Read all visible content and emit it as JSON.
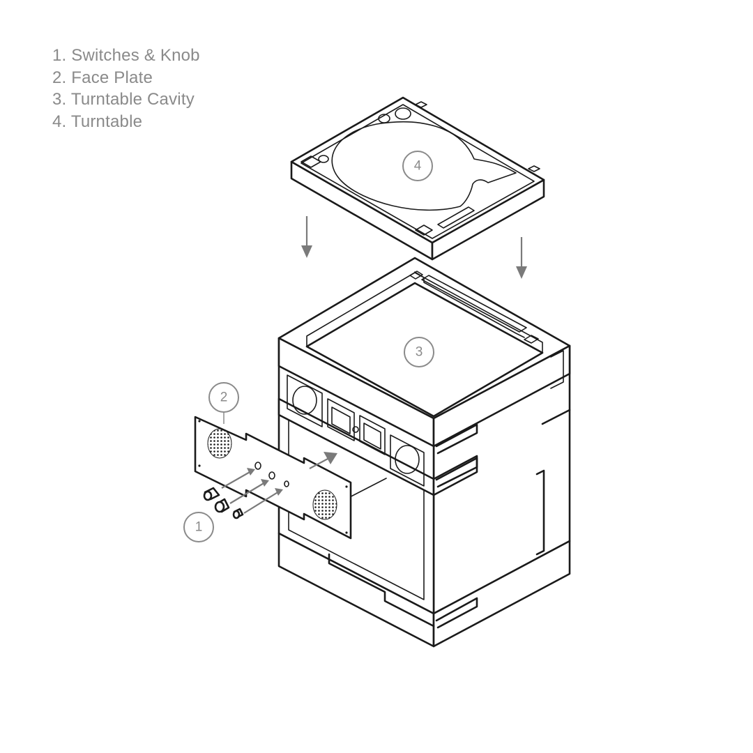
{
  "legend": {
    "items": [
      {
        "label": "1. Switches & Knob"
      },
      {
        "label": "2. Face Plate"
      },
      {
        "label": "3. Turntable Cavity"
      },
      {
        "label": "4. Turntable"
      }
    ]
  },
  "callouts": {
    "switches": "1",
    "face_plate": "2",
    "cavity": "3",
    "turntable": "4"
  },
  "colors": {
    "line": "#1a1a1a",
    "label_gray": "#8a8a8a",
    "arrow_gray": "#7a7a7a",
    "background": "#ffffff"
  }
}
